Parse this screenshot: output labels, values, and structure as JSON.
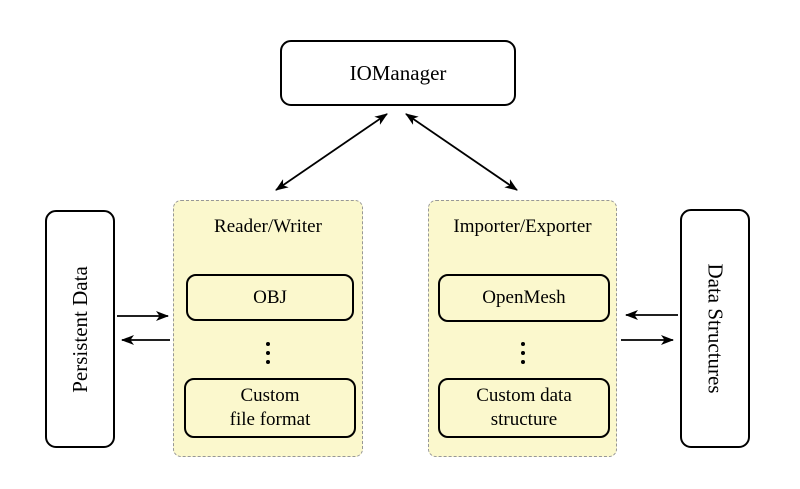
{
  "diagram": {
    "iomanager": {
      "label": "IOManager"
    },
    "left_rail": {
      "label": "Persistent Data"
    },
    "right_rail": {
      "label": "Data Structures"
    },
    "reader_writer": {
      "title": "Reader/Writer",
      "top_item": "OBJ",
      "bottom_item_line1": "Custom",
      "bottom_item_line2": "file format"
    },
    "importer_exporter": {
      "title": "Importer/Exporter",
      "top_item": "OpenMesh",
      "bottom_item_line1": "Custom data",
      "bottom_item_line2": "structure"
    },
    "connections": [
      "IOManager <-> Reader/Writer (double-headed diagonal arrow)",
      "IOManager <-> Importer/Exporter (double-headed diagonal arrow)",
      "Persistent Data -> Reader/Writer (top arrow) and Reader/Writer -> Persistent Data (bottom arrow)",
      "Data Structures -> Importer/Exporter (top arrow) and Importer/Exporter -> Data Structures (bottom arrow)"
    ],
    "colors": {
      "background": "#FFFFFF",
      "panel_fill": "#FBF8CD",
      "panel_border": "#979797",
      "node_border": "#000000",
      "arrow": "#000000",
      "text": "#000000"
    }
  }
}
